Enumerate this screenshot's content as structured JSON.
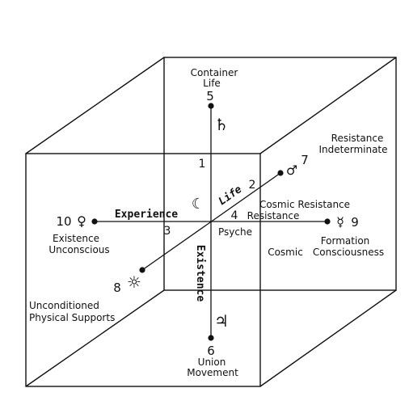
{
  "colors": {
    "line": "#111111",
    "background": "#ffffff"
  },
  "labels": {
    "container": "Container",
    "life_top": "Life",
    "resistance": "Resistance",
    "indeterminate": "Indeterminate",
    "cosmic_resistance": "Cosmic Resistance",
    "resistance_center": "Resistance",
    "psyche": "Psyche",
    "existence_left": "Existence",
    "unconscious": "Unconscious",
    "formation": "Formation",
    "cosmic": "Cosmic",
    "consciousness": "Consciousness",
    "unconditioned": "Unconditioned",
    "physical_supports": "Physical Supports",
    "union": "Union",
    "movement": "Movement",
    "experience_axis": "Experience",
    "life_axis": "Life",
    "existence_axis": "Existence"
  },
  "numbers": {
    "n1": "1",
    "n2": "2",
    "n3": "3",
    "n4": "4",
    "n5": "5",
    "n6": "6",
    "n7": "7",
    "n8": "8",
    "n9": "9",
    "n10": "10"
  },
  "symbols": {
    "saturn": "♄",
    "jupiter": "♃",
    "mars": "♂",
    "mercury": "☿",
    "venus": "♀",
    "sun": "☼",
    "moon": "☾"
  }
}
